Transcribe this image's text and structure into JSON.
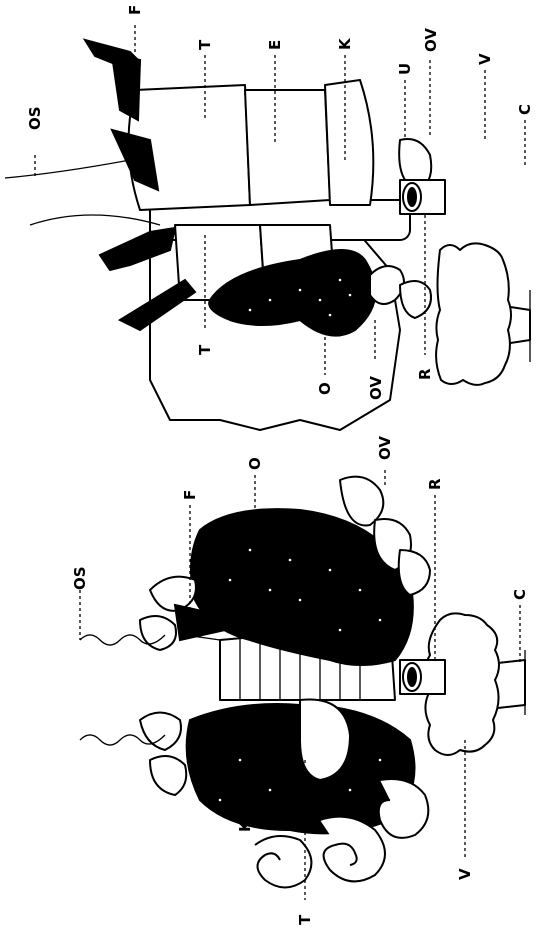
{
  "labels": {
    "os": "OS",
    "f": "F",
    "t": "T",
    "e": "E",
    "k": "K",
    "u": "U",
    "ov": "OV",
    "v": "V",
    "c": "C",
    "r": "R",
    "o": "O"
  },
  "colors": {
    "ink": "#000000",
    "paper": "#ffffff"
  }
}
